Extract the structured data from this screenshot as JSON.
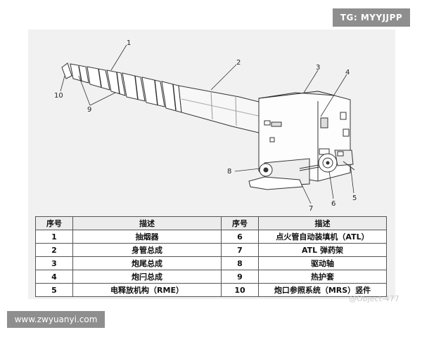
{
  "watermarks": {
    "telegram": "TG: MYYJJPP",
    "site": "www.zwyuanyi.com",
    "user": "@Object-477"
  },
  "callouts": [
    "1",
    "2",
    "3",
    "4",
    "5",
    "6",
    "7",
    "8",
    "9",
    "10"
  ],
  "table": {
    "headers": [
      "序号",
      "描述",
      "序号",
      "描述"
    ],
    "rows": [
      [
        "1",
        "抽烟器",
        "6",
        "点火管自动装填机（ATL）"
      ],
      [
        "2",
        "身管总成",
        "7",
        "ATL 弹药架"
      ],
      [
        "3",
        "炮尾总成",
        "8",
        "驱动轴"
      ],
      [
        "4",
        "炮闩总成",
        "9",
        "热护套"
      ],
      [
        "5",
        "电释放机构（RME）",
        "10",
        "炮口参照系统（MRS）竖件"
      ]
    ]
  }
}
